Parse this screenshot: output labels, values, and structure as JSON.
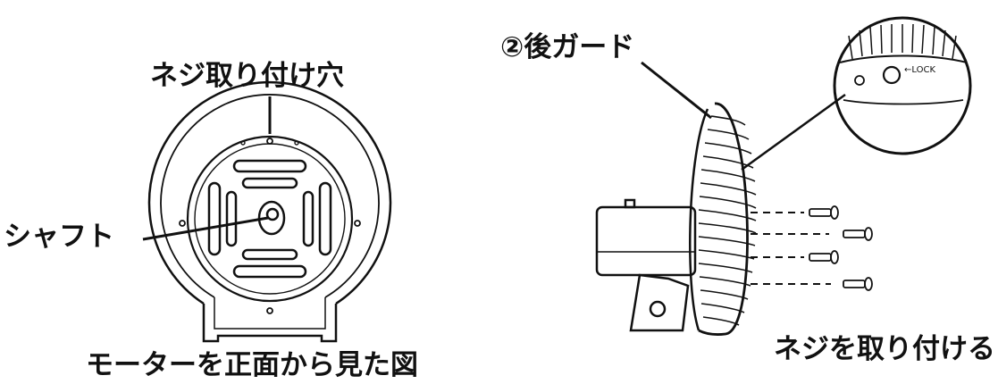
{
  "labels": {
    "screw_hole": "ネジ取り付け穴",
    "shaft": "シャフト",
    "caption_left": "モーターを正面から見た図",
    "rear_guard": "②後ガード",
    "attach_screws": "ネジを取り付ける",
    "lock_mark": "←LOCK"
  },
  "colors": {
    "line": "#111111",
    "background": "#ffffff"
  }
}
